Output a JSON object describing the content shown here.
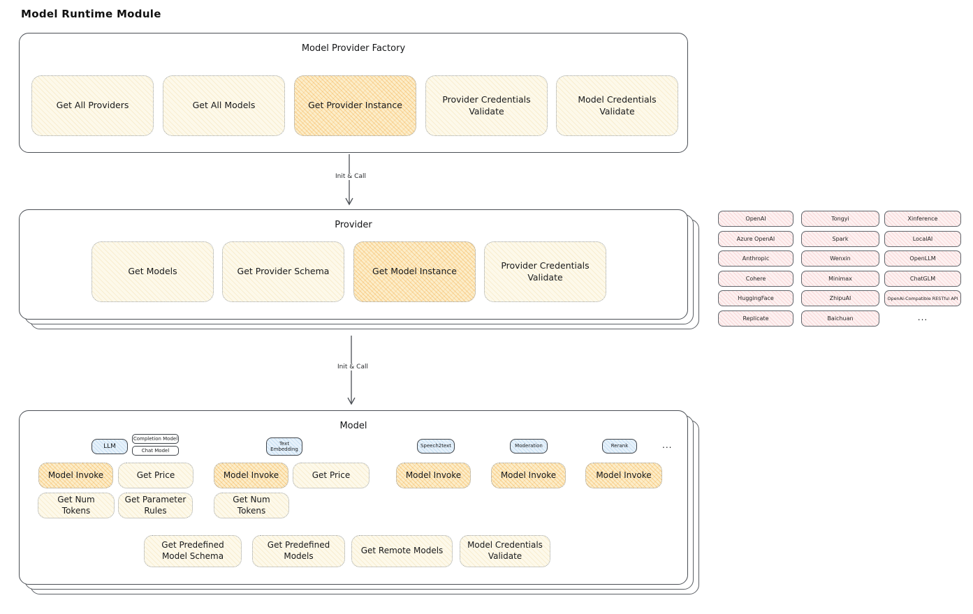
{
  "page_title": "Model Runtime Module",
  "colors": {
    "panel_border": "#4a4e54",
    "action_fill": "#fdf9ea",
    "action_highlight_fill": "#fcedc9",
    "provider_fill": "#fdf1f1",
    "model_type_fill": "#e6f1fb"
  },
  "arrows": {
    "factory_to_provider_label": "Init & Call",
    "provider_to_model_label": "Init & Call"
  },
  "factory": {
    "title": "Model Provider Factory",
    "buttons": [
      "Get All Providers",
      "Get All Models",
      "Get Provider Instance",
      "Provider Credentials Validate",
      "Model Credentials Validate"
    ]
  },
  "provider": {
    "title": "Provider",
    "buttons": [
      "Get Models",
      "Get Provider Schema",
      "Get Model Instance",
      "Provider Credentials Validate"
    ]
  },
  "provider_list": {
    "items": [
      "OpenAI",
      "Tongyi",
      "Xinference",
      "Azure OpenAI",
      "Spark",
      "LocalAI",
      "Anthropic",
      "Wenxin",
      "OpenLLM",
      "Cohere",
      "Minimax",
      "ChatGLM",
      "HuggingFace",
      "ZhipuAI",
      "OpenAI-Compatible RESTful API",
      "Replicate",
      "Baichuan"
    ],
    "more": "..."
  },
  "model": {
    "title": "Model",
    "tabs": {
      "llm": "LLM",
      "completion_model": "Completion Model",
      "chat_model": "Chat Model",
      "text_embedding": "Text Embedding",
      "speech2text": "Speech2text",
      "moderation": "Moderation",
      "rerank": "Rerank",
      "more": "..."
    },
    "llm_actions": [
      "Model Invoke",
      "Get Price",
      "Get Num Tokens",
      "Get Parameter Rules"
    ],
    "text_embedding_actions": [
      "Model Invoke",
      "Get Price",
      "Get Num Tokens"
    ],
    "speech2text_actions": [
      "Model Invoke"
    ],
    "moderation_actions": [
      "Model Invoke"
    ],
    "rerank_actions": [
      "Model Invoke"
    ],
    "shared_actions": [
      "Get Predefined Model Schema",
      "Get Predefined Models",
      "Get Remote Models",
      "Model Credentials Validate"
    ]
  }
}
